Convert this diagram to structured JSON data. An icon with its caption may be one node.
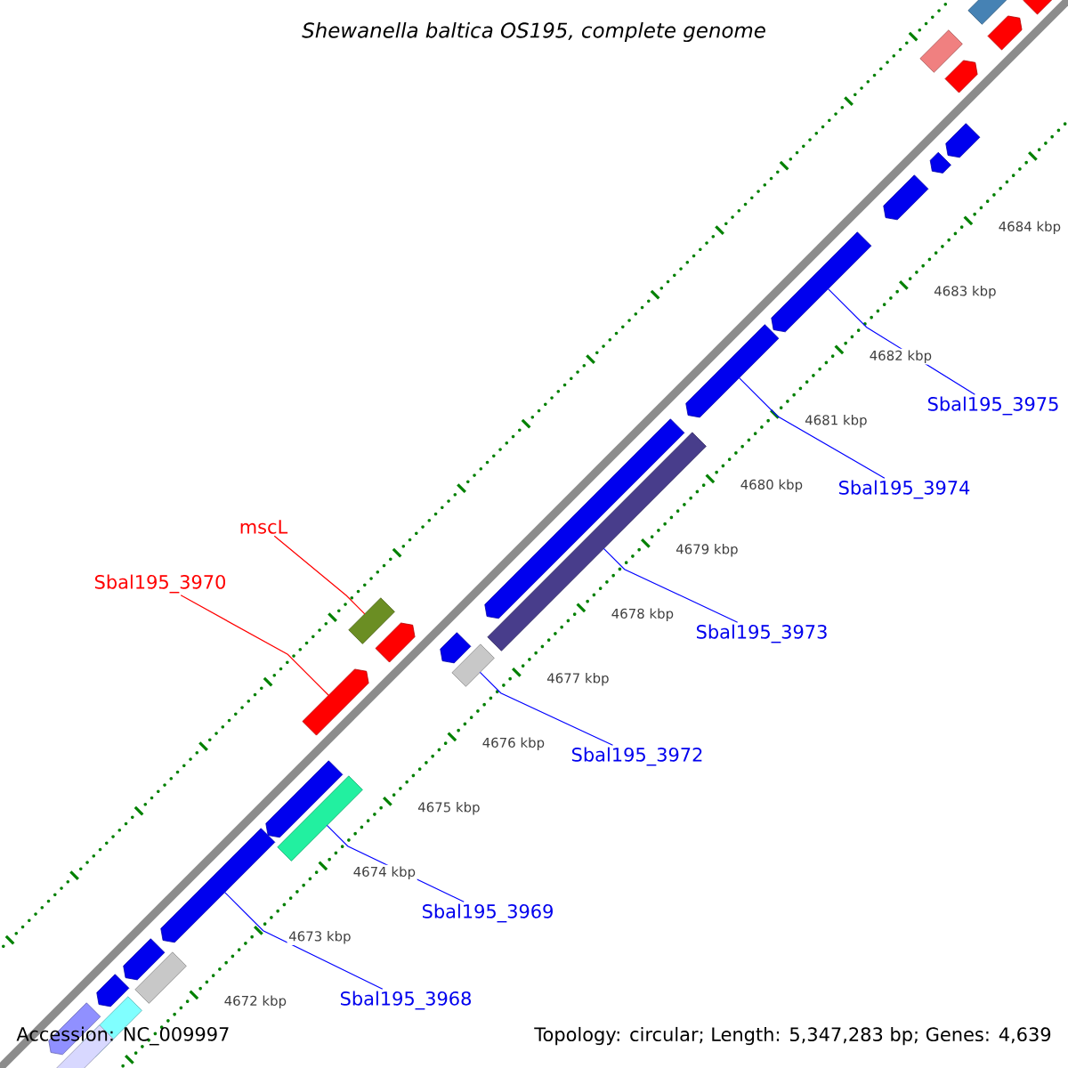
{
  "diagram": {
    "title": "Shewanella baltica OS195, complete genome",
    "nodes": [
      {
        "text": [
          "mscL"
        ]
      },
      {
        "text": [
          "Sbal195_3970"
        ]
      },
      {
        "text": [
          "Sbal195_3975"
        ]
      },
      {
        "text": [
          "Sbal195_3974"
        ]
      },
      {
        "text": [
          "Sbal195_3973"
        ]
      },
      {
        "text": [
          "Sbal195_3972"
        ]
      },
      {
        "text": [
          "Sbal195_3969"
        ]
      },
      {
        "text": [
          "Sbal195_3968"
        ]
      },
      {
        "text": [],
        "shape": "bar"
      },
      {
        "text": [],
        "shape": "pentagon"
      },
      {
        "text": [],
        "shape": "pentagon"
      },
      {
        "text": [],
        "shape": "pentagon"
      },
      {
        "text": [],
        "shape": "bar"
      },
      {
        "text": [],
        "shape": "bar"
      },
      {
        "text": [],
        "shape": "bar"
      },
      {
        "text": [],
        "shape": "pentagon"
      }
    ],
    "edges": [
      {
        "from": 0,
        "to": 8,
        "arrow": "none",
        "color": "#ff0000"
      },
      {
        "from": 1,
        "to": 9,
        "arrow": "none",
        "color": "#ff0000"
      },
      {
        "from": 2,
        "to": 10,
        "arrow": "none"
      },
      {
        "from": 3,
        "to": 11,
        "arrow": "none"
      },
      {
        "from": 4,
        "to": 12,
        "arrow": "none"
      },
      {
        "from": 5,
        "to": 13,
        "arrow": "none"
      },
      {
        "from": 6,
        "to": 14,
        "arrow": "none"
      },
      {
        "from": 7,
        "to": 15,
        "arrow": "none"
      }
    ],
    "labels": [
      "4684 kbp",
      "4683 kbp",
      "4682 kbp",
      "4681 kbp",
      "4680 kbp",
      "4679 kbp",
      "4678 kbp",
      "4677 kbp",
      "4676 kbp",
      "4675 kbp",
      "4674 kbp",
      "4673 kbp",
      "4672 kbp",
      "Accession: NC_009997",
      "Topology: circular; Length: 5,347,283 bp; Genes: 4,639"
    ]
  }
}
